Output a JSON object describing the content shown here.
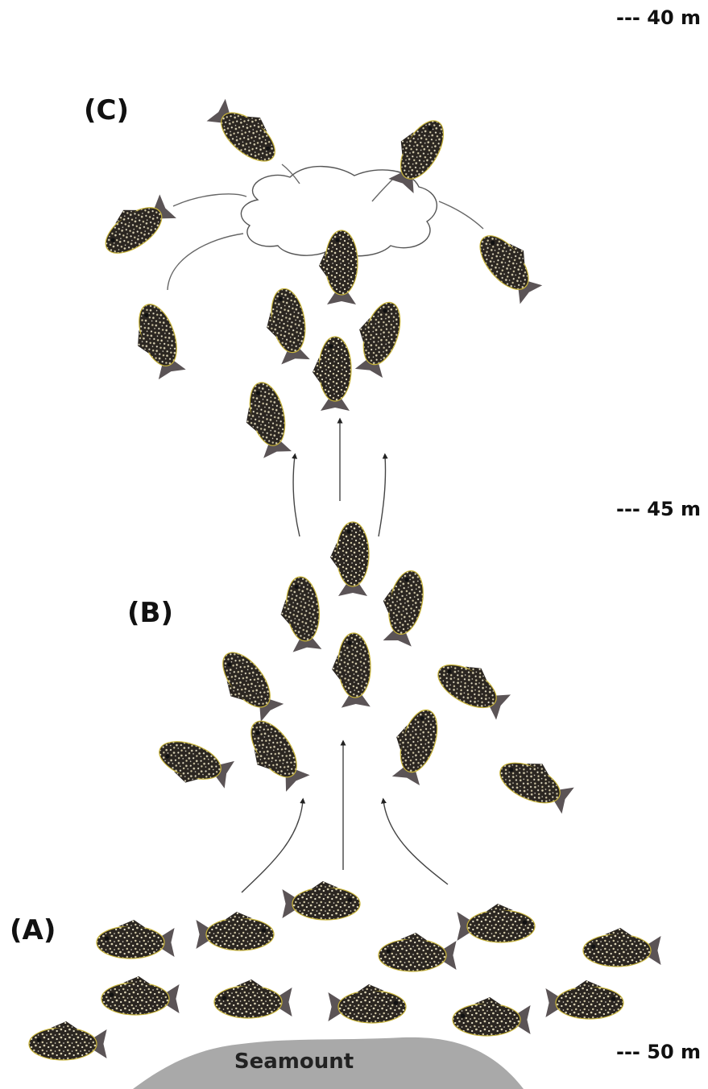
{
  "labels": {
    "panel_a": "(A)",
    "panel_b": "(B)",
    "panel_c": "(C)",
    "seamount": "Seamount"
  },
  "depths": [
    {
      "key": "d40",
      "text": "--- 40 m"
    },
    {
      "key": "d45",
      "text": "--- 45 m"
    },
    {
      "key": "d50",
      "text": "--- 50 m"
    }
  ],
  "colors": {
    "fish_body": "#2b2621",
    "fish_speckle": "#d8d0b2",
    "fish_fin": "#5b5456",
    "fish_outline": "#c8b43a",
    "seamount": "#a9a9a9",
    "arrow": "#222222",
    "cloud_line": "#555555"
  }
}
